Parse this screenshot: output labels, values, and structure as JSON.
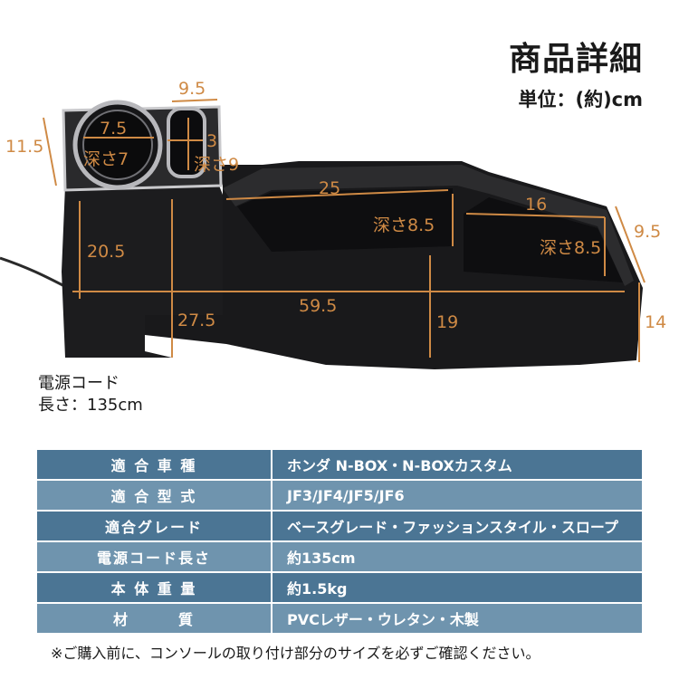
{
  "header": {
    "title": "商品詳細",
    "unit": "単位：(約)cm"
  },
  "dimensions": {
    "tray_width": "9.5",
    "cup_diameter": "7.5",
    "cup_depth": "深さ7",
    "slot_width": "3",
    "slot_depth": "深さ9",
    "front_height": "11.5",
    "long_compartment": "25",
    "rear_compartment": "16",
    "compartment_depth_1": "深さ8.5",
    "compartment_depth_2": "深さ8.5",
    "side_width": "9.5",
    "front_body_height": "20.5",
    "total_length": "59.5",
    "total_height": "27.5",
    "mid_height": "19",
    "rear_height": "14"
  },
  "cord": {
    "line1": "電源コード",
    "line2": "長さ：135cm"
  },
  "specs": [
    {
      "key": "適 合 車 種",
      "value": "ホンダ N-BOX・N-BOXカスタム"
    },
    {
      "key": "適 合 型 式",
      "value": "JF3/JF4/JF5/JF6"
    },
    {
      "key": "適合グレード",
      "value": "ベースグレード・ファッションスタイル・スロープ"
    },
    {
      "key": "電源コード長さ",
      "value": "約135cm"
    },
    {
      "key": "本 体 重 量",
      "value": "約1.5kg"
    },
    {
      "key": "材　　　質",
      "value": "PVCレザー・ウレタン・木製"
    }
  ],
  "note": "※ご購入前に、コンソールの取り付け部分のサイズを必ずご確認ください。"
}
